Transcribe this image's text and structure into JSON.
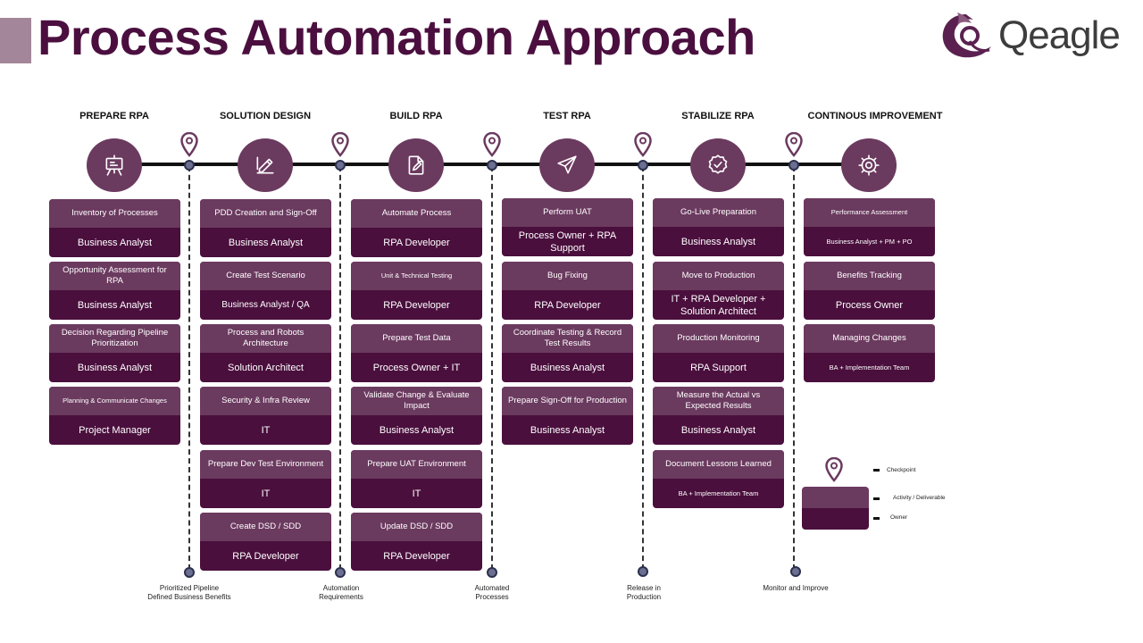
{
  "title": "Process Automation Approach",
  "logo": {
    "text": "Qeagle"
  },
  "phases": [
    {
      "title": "PREPARE RPA",
      "icon": "presentation-board-icon",
      "cards": [
        {
          "activity": "Inventory of Processes",
          "owner": "Business Analyst"
        },
        {
          "activity": "Opportunity Assessment for RPA",
          "owner": "Business Analyst"
        },
        {
          "activity": "Decision Regarding Pipeline Prioritization",
          "owner": "Business Analyst"
        },
        {
          "activity": "Planning & Communicate Changes",
          "owner": "Project Manager"
        }
      ]
    },
    {
      "title": "SOLUTION DESIGN",
      "icon": "pencil-ruler-icon",
      "cards": [
        {
          "activity": "PDD Creation and Sign-Off",
          "owner": "Business Analyst"
        },
        {
          "activity": "Create Test Scenario",
          "owner": "Business Analyst / QA"
        },
        {
          "activity": "Process and Robots Architecture",
          "owner": "Solution Architect"
        },
        {
          "activity": "Security & Infra Review",
          "owner": "IT"
        },
        {
          "activity": "Prepare Dev Test Environment",
          "owner": "IT"
        },
        {
          "activity": "Create DSD / SDD",
          "owner": "RPA Developer"
        }
      ]
    },
    {
      "title": "BUILD RPA",
      "icon": "document-edit-icon",
      "cards": [
        {
          "activity": "Automate Process",
          "owner": "RPA Developer"
        },
        {
          "activity": "Unit & Technical Testing",
          "owner": "RPA Developer"
        },
        {
          "activity": "Prepare Test Data",
          "owner": "Process Owner + IT"
        },
        {
          "activity": "Validate Change & Evaluate Impact",
          "owner": "Business Analyst"
        },
        {
          "activity": "Prepare UAT Environment",
          "owner": "IT"
        },
        {
          "activity": "Update DSD / SDD",
          "owner": "RPA Developer"
        }
      ]
    },
    {
      "title": "TEST RPA",
      "icon": "paper-plane-icon",
      "cards": [
        {
          "activity": "Perform UAT",
          "owner": "Process Owner + RPA Support"
        },
        {
          "activity": "Bug Fixing",
          "owner": "RPA Developer"
        },
        {
          "activity": "Coordinate Testing & Record Test Results",
          "owner": "Business Analyst"
        },
        {
          "activity": "Prepare Sign-Off for Production",
          "owner": "Business Analyst"
        }
      ]
    },
    {
      "title": "STABILIZE RPA",
      "icon": "badge-check-icon",
      "cards": [
        {
          "activity": "Go-Live Preparation",
          "owner": "Business Analyst"
        },
        {
          "activity": "Move to Production",
          "owner": "IT + RPA Developer + Solution Architect"
        },
        {
          "activity": "Production Monitoring",
          "owner": "RPA Support"
        },
        {
          "activity": "Measure the Actual vs Expected Results",
          "owner": "Business Analyst"
        },
        {
          "activity": "Document Lessons Learned",
          "owner": "BA + Implementation Team"
        }
      ]
    },
    {
      "title": "CONTINOUS IMPROVEMENT",
      "icon": "gear-icon",
      "cards": [
        {
          "activity": "Performance Assessment",
          "owner": "Business Analyst + PM + PO"
        },
        {
          "activity": "Benefits Tracking",
          "owner": "Process Owner"
        },
        {
          "activity": "Managing Changes",
          "owner": "BA + Implementation Team"
        }
      ]
    }
  ],
  "checkpoints": [
    {
      "label": "Prioritized Pipeline\nDefined Business Benefits"
    },
    {
      "label": "Automation\nRequirements"
    },
    {
      "label": "Automated\nProcesses"
    },
    {
      "label": "Release in\nProduction"
    },
    {
      "label": "Monitor and Improve"
    }
  ],
  "legend": {
    "checkpoint": "Checkpoint",
    "activity": "Activity / Deliverable",
    "owner": "Owner"
  },
  "colors": {
    "title": "#4b0f3f",
    "activity_fill": "#6b3a5f",
    "owner_fill": "#4a0f3d",
    "accent_bar": "#a3869a"
  }
}
